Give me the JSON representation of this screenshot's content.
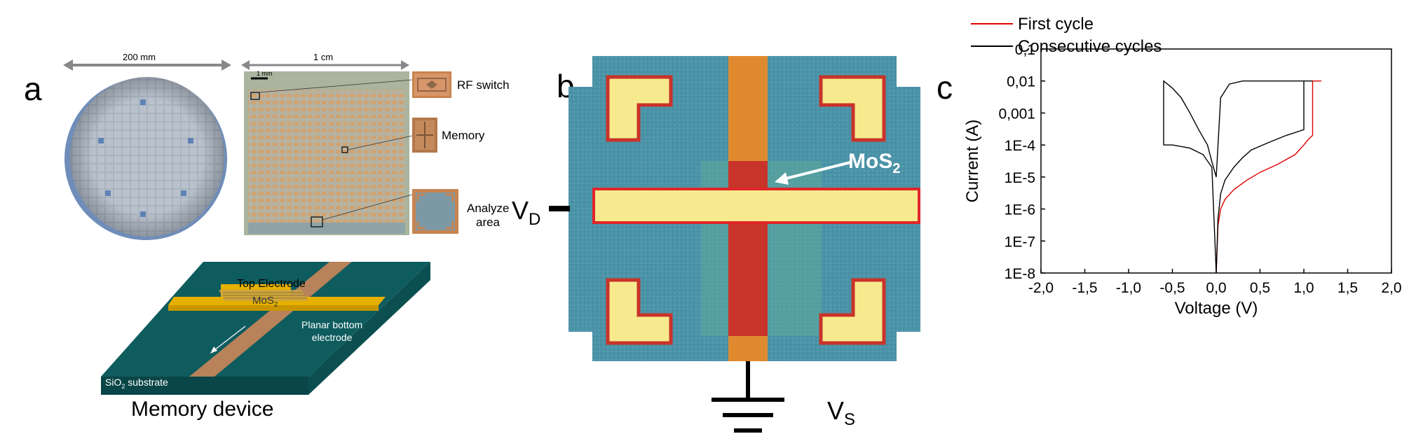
{
  "panels": {
    "a": {
      "letter": "a",
      "wafer_dimension": "200 mm",
      "die_dimension": "1 cm",
      "scale_bar": "1 mm",
      "insets": [
        "RF switch",
        "Memory",
        "Analyze area"
      ],
      "device": {
        "top_electrode": "Top Electrode",
        "mos2": "MoS",
        "mos2_sub": "2",
        "bottom_electrode_line1": "Planar bottom",
        "bottom_electrode_line2": "electrode",
        "substrate": "SiO",
        "substrate_sub": "2",
        "substrate_rest": " substrate",
        "caption": "Memory device"
      }
    },
    "b": {
      "letter": "b",
      "mos2": "MoS",
      "mos2_sub": "2",
      "vd": "V",
      "vd_sub": "D",
      "vs": "V",
      "vs_sub": "S"
    },
    "c": {
      "letter": "c"
    }
  },
  "colors": {
    "first_cycle": "#e00000",
    "consecutive": "#000000",
    "wafer_blue": "#8ea6c8",
    "gold": "#f4e79a",
    "orange_strip": "#e0842c",
    "substrate_teal": "#0d5a5c"
  },
  "chart_data": {
    "type": "line",
    "xlabel": "Voltage (V)",
    "ylabel": "Current (A)",
    "xlim": [
      -2.0,
      2.0
    ],
    "ylim": [
      1e-08,
      0.1
    ],
    "yscale": "log",
    "xticks": [
      "-2,0",
      "-1,5",
      "-1,0",
      "-0,5",
      "0,0",
      "0,5",
      "1,0",
      "1,5",
      "2,0"
    ],
    "yticks": [
      "1E-8",
      "1E-7",
      "1E-6",
      "1E-5",
      "1E-4",
      "0,001",
      "0,01",
      "0,1"
    ],
    "legend_position": "top-left",
    "series": [
      {
        "name": "First cycle",
        "x": [
          0.0,
          0.02,
          0.05,
          0.1,
          0.2,
          0.35,
          0.5,
          0.7,
          0.9,
          1.0,
          1.05,
          1.1,
          1.1,
          1.15,
          1.2
        ],
        "y": [
          1e-08,
          3e-07,
          1e-06,
          2e-06,
          4e-06,
          8e-06,
          1.4e-05,
          2.5e-05,
          5e-05,
          0.0001,
          0.00015,
          0.0002,
          0.01,
          0.01,
          0.01
        ]
      },
      {
        "name": "Consecutive cycles",
        "x": [
          0.0,
          0.02,
          0.05,
          0.1,
          0.2,
          0.3,
          0.4,
          0.6,
          0.8,
          1.0,
          1.0,
          1.1,
          0.8,
          0.5,
          0.3,
          0.15,
          0.05,
          0.0,
          -0.05,
          -0.1,
          -0.2,
          -0.3,
          -0.4,
          -0.5,
          -0.6,
          -0.6,
          -0.5,
          -0.3,
          -0.15,
          -0.05,
          0.0
        ],
        "y": [
          1e-08,
          5e-07,
          3e-06,
          8e-06,
          2e-05,
          4e-05,
          7e-05,
          0.00012,
          0.0002,
          0.0003,
          0.01,
          0.01,
          0.01,
          0.01,
          0.01,
          0.008,
          0.003,
          1e-05,
          3e-05,
          0.0001,
          0.0003,
          0.001,
          0.003,
          0.006,
          0.01,
          0.0001,
          0.0001,
          8e-05,
          5e-05,
          2e-05,
          1e-08
        ]
      }
    ]
  }
}
